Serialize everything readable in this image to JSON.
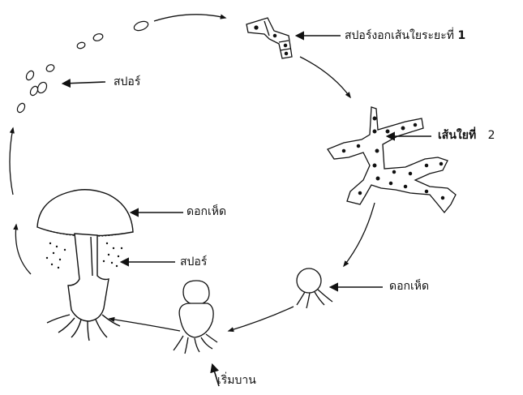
{
  "labels": {
    "spore_germination_1": "สปอร์งอกเส้นใยระยะที่",
    "spore_germination_1_num": "1",
    "hypha_stage_2": "เส้นใยที่",
    "hypha_stage_2_num": "2",
    "spore_top": "สปอร์",
    "mushroom_cap": "ดอกเห็ด",
    "spore_bottom": "สปอร์",
    "mushroom_young": "ดอกเห็ด",
    "begin_bloom": "เริ่มบาน"
  },
  "colors": {
    "ink": "#111111",
    "paper": "#ffffff"
  },
  "icons": {
    "spore": "spore-oval",
    "hypha": "branching-hypha",
    "primordium": "mushroom-pin",
    "young_fruiting_body": "mushroom-button",
    "mature_mushroom": "mushroom-cap-stem",
    "cycle_arrow": "curved-arrow"
  }
}
